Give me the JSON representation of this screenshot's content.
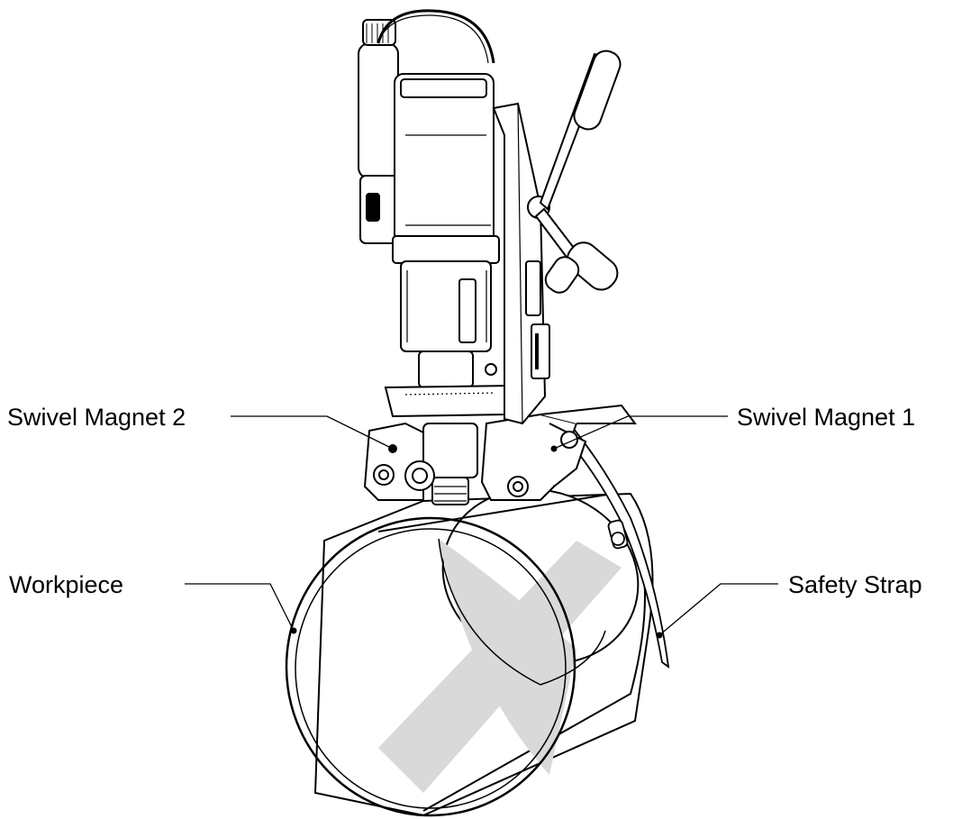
{
  "callouts": {
    "swivel_magnet_2": "Swivel Magnet 2",
    "swivel_magnet_1": "Swivel Magnet 1",
    "workpiece": "Workpiece",
    "safety_strap": "Safety Strap"
  },
  "colors": {
    "line": "#000000",
    "shade": "#d9d9d9",
    "paper": "#ffffff"
  }
}
